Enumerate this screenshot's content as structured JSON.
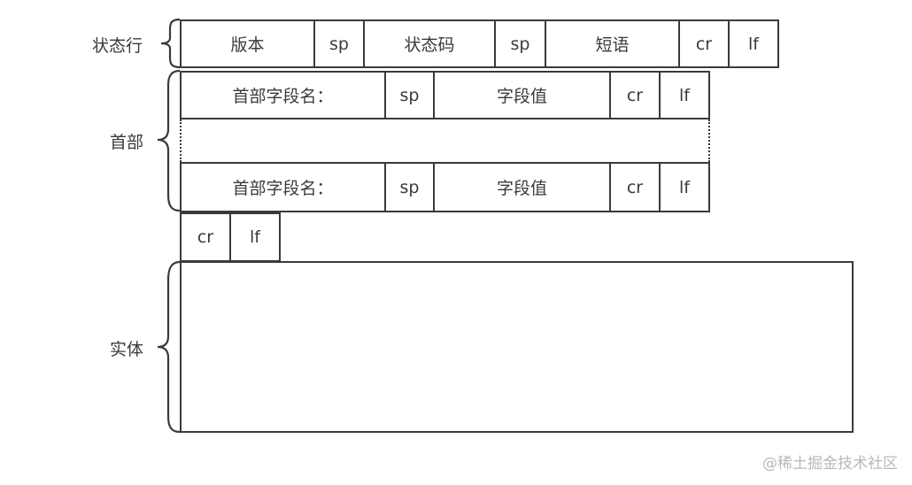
{
  "sections": {
    "status_line": "状态行",
    "header": "首部",
    "entity": "实体"
  },
  "status_row": [
    "版本",
    "sp",
    "状态码",
    "sp",
    "短语",
    "cr",
    "lf"
  ],
  "header_row_1": [
    "首部字段名：",
    "sp",
    "字段值",
    "cr",
    "lf"
  ],
  "header_row_2": [
    "首部字段名：",
    "sp",
    "字段值",
    "cr",
    "lf"
  ],
  "terminator_row": [
    "cr",
    "lf"
  ],
  "watermark": "@稀土掘金技术社区"
}
